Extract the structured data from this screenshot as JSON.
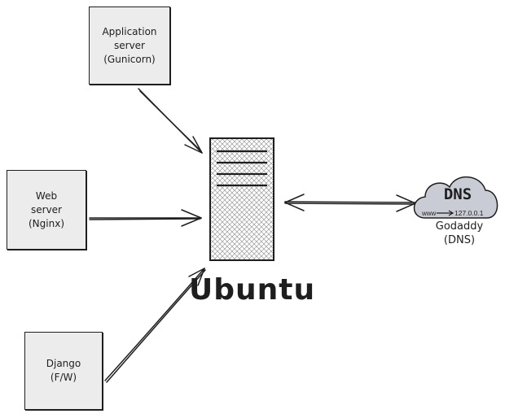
{
  "nodes": {
    "app_server": {
      "lines": [
        "Application",
        "server",
        "(Gunicorn)"
      ]
    },
    "web_server": {
      "lines": [
        "Web",
        "server",
        "(Nginx)"
      ]
    },
    "django": {
      "lines": [
        "Django",
        "(F/W)"
      ]
    },
    "host": {
      "label": "Ubuntu"
    },
    "dns": {
      "title": "DNS",
      "from": "www",
      "to": "127.0.0.1",
      "caption": [
        "Godaddy",
        "(DNS)"
      ]
    }
  },
  "colors": {
    "stroke": "#1e1e1e",
    "box_fill": "#ececec",
    "cloud_fill": "#c9ccd4",
    "hatch": "#9a9a9a"
  }
}
